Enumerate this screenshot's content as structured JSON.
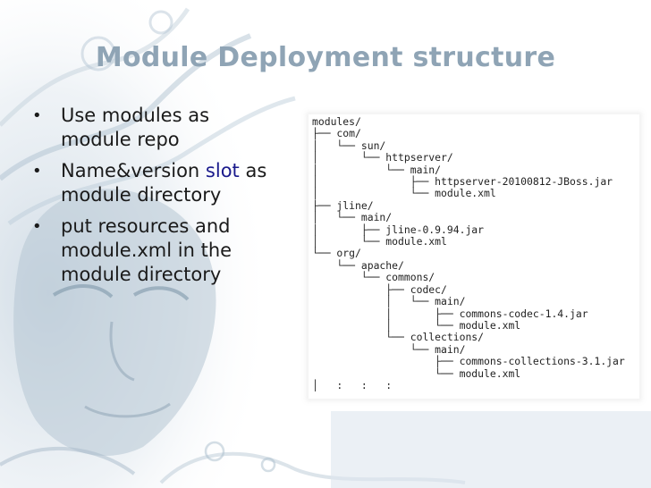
{
  "slide": {
    "title": "Module Deployment structure",
    "bullets": [
      {
        "lines": [
          "Use modules as",
          "module repo"
        ]
      },
      {
        "before": "Name&version ",
        "highlight": "slot",
        "after": " as",
        "line2": "module directory"
      },
      {
        "lines": [
          "put resources and",
          "module.xml in the",
          "module directory"
        ]
      }
    ],
    "bullet_symbol": "•",
    "tree_lines": [
      "modules/",
      "├── com/",
      "│   └── sun/",
      "│       └── httpserver/",
      "│           └── main/",
      "│               ├── httpserver-20100812-JBoss.jar",
      "│               └── module.xml",
      "├── jline/",
      "│   └── main/",
      "│       ├── jline-0.9.94.jar",
      "│       └── module.xml",
      "└── org/",
      "    └── apache/",
      "        └── commons/",
      "            ├── codec/",
      "            │   └── main/",
      "            │       ├── commons-codec-1.4.jar",
      "            │       └── module.xml",
      "            └── collections/",
      "                └── main/",
      "                    ├── commons-collections-3.1.jar",
      "                    └── module.xml",
      "│   :   :   :"
    ]
  },
  "colors": {
    "title": "#8fa4b5",
    "text": "#1a1a1a",
    "highlight": "#1a1a8c",
    "background_art": "#c9d6e1"
  }
}
